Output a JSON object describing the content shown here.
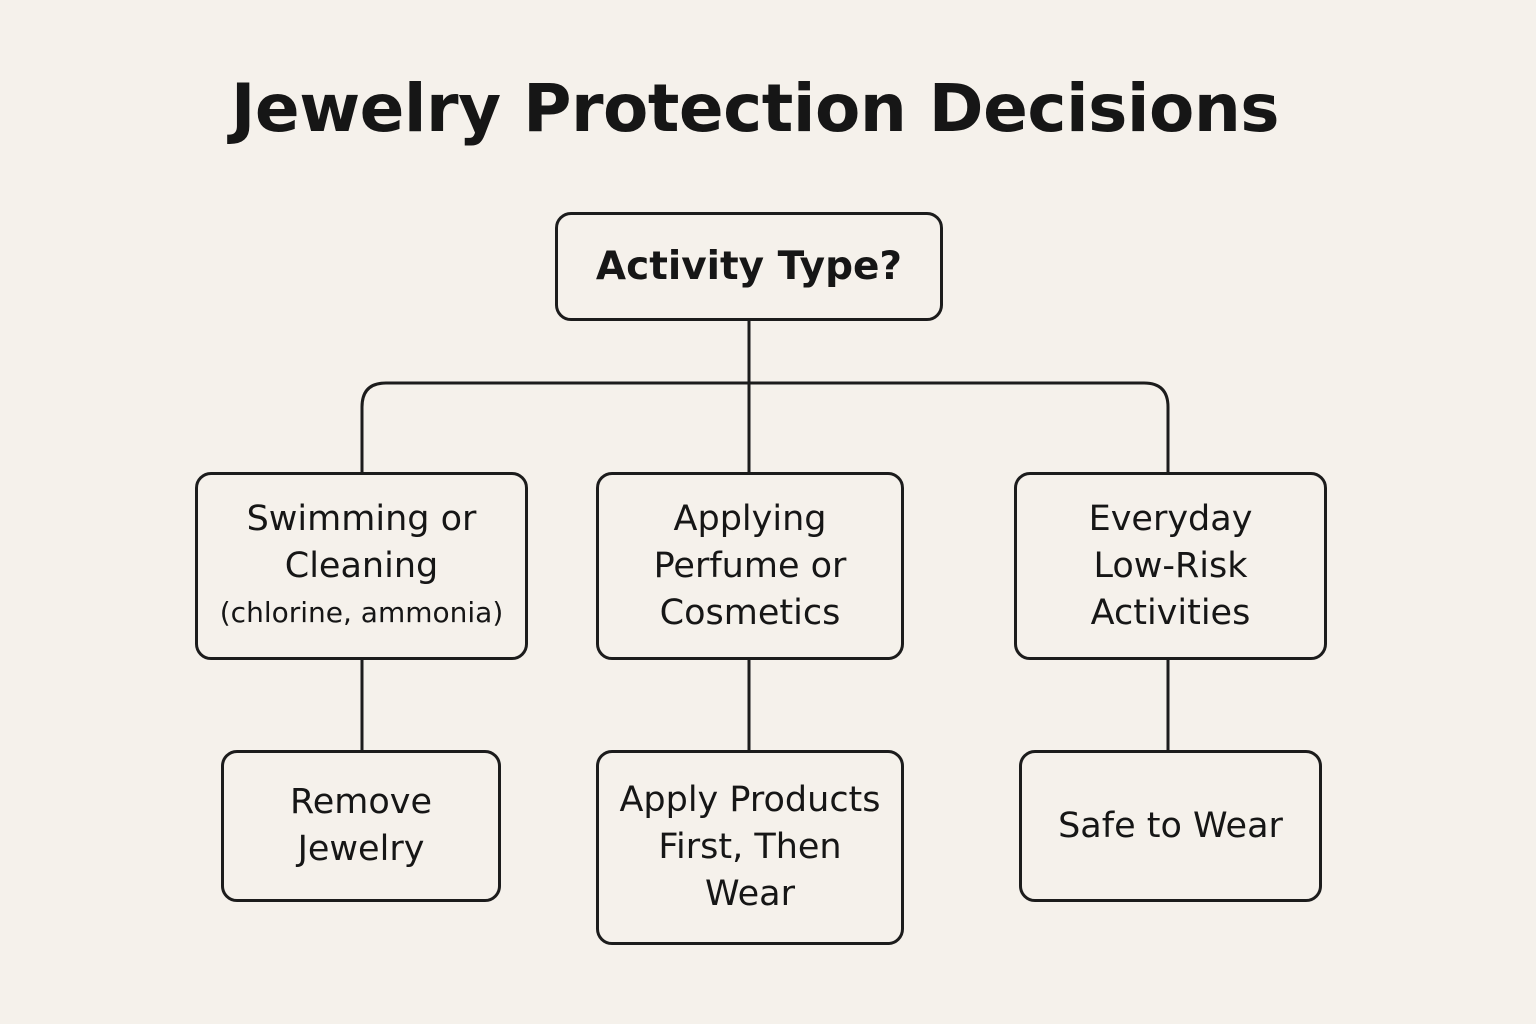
{
  "title": "Jewelry Protection Decisions",
  "nodes": {
    "root": {
      "lines": [
        "Activity Type?"
      ]
    },
    "swimming": {
      "lines": [
        "Swimming or",
        "Cleaning"
      ],
      "note": "(chlorine, ammonia)"
    },
    "perfume": {
      "lines": [
        "Applying",
        "Perfume or",
        "Cosmetics"
      ]
    },
    "everyday": {
      "lines": [
        "Everyday",
        "Low-Risk",
        "Activities"
      ]
    },
    "remove": {
      "lines": [
        "Remove",
        "Jewelry"
      ]
    },
    "apply": {
      "lines": [
        "Apply Products",
        "First, Then",
        "Wear"
      ]
    },
    "safe": {
      "lines": [
        "Safe to Wear"
      ]
    }
  },
  "colors": {
    "background": "#f5f1eb",
    "stroke": "#1c1c1c",
    "text": "#161616"
  }
}
